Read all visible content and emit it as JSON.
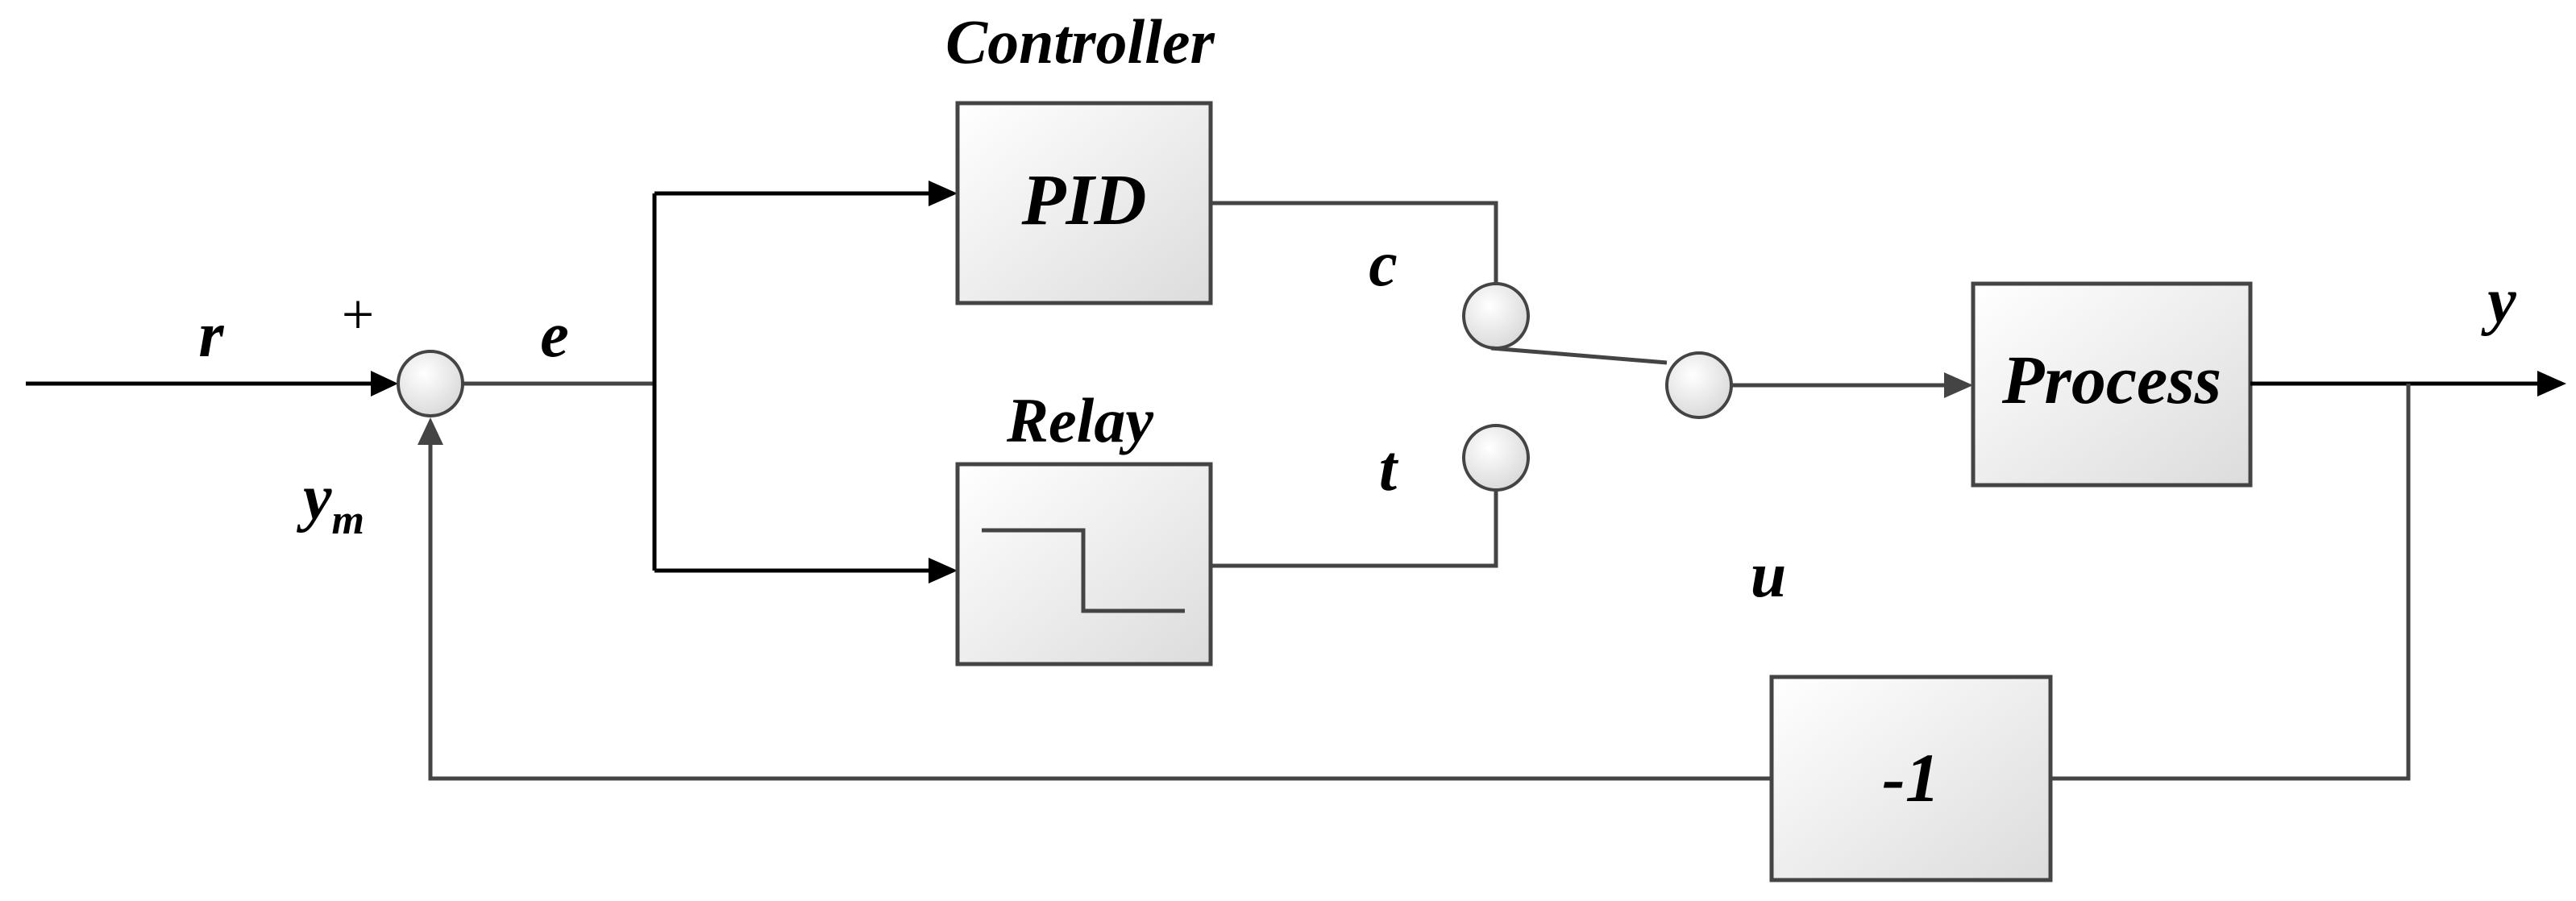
{
  "diagram": {
    "title": "Controller",
    "blocks": {
      "pid": "PID",
      "relay": "Relay",
      "process": "Process",
      "gain": "-1"
    },
    "signals": {
      "r": "r",
      "e": "e",
      "c": "c",
      "t": "t",
      "u": "u",
      "y": "y",
      "ym_base": "y",
      "ym_sub": "m",
      "plus": "+"
    }
  }
}
